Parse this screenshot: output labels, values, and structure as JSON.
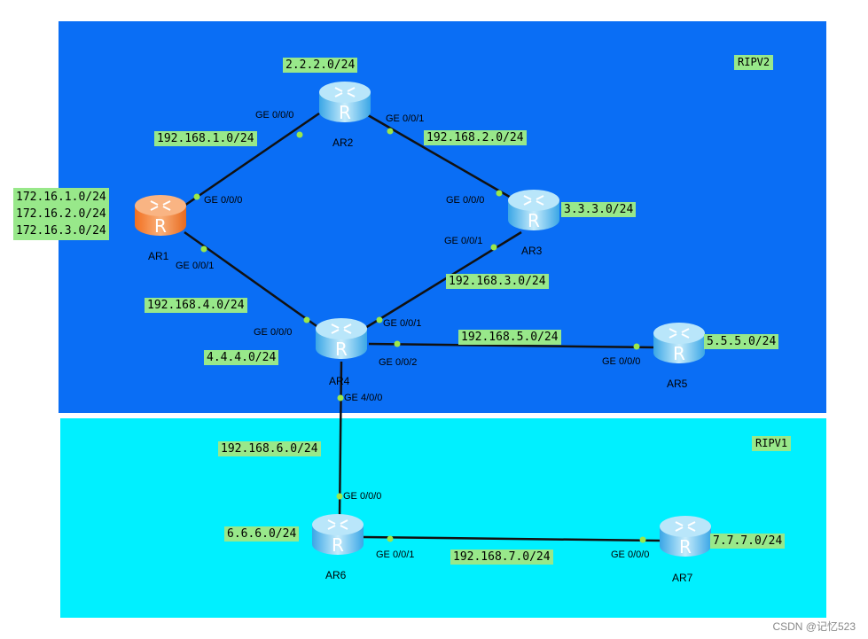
{
  "zones": {
    "ripv2": {
      "label": "RIPV2",
      "color": "#0a6ef5"
    },
    "ripv1": {
      "label": "RIPV1",
      "color": "#00f0ff"
    }
  },
  "routers": {
    "ar1": {
      "name": "AR1",
      "icon": "router-icon",
      "color": "#f08a3c"
    },
    "ar2": {
      "name": "AR2",
      "icon": "router-icon",
      "color": "#7ec3ee"
    },
    "ar3": {
      "name": "AR3",
      "icon": "router-icon",
      "color": "#7ec3ee"
    },
    "ar4": {
      "name": "AR4",
      "icon": "router-icon",
      "color": "#7ec3ee"
    },
    "ar5": {
      "name": "AR5",
      "icon": "router-icon",
      "color": "#7ec3ee"
    },
    "ar6": {
      "name": "AR6",
      "icon": "router-icon",
      "color": "#7ec3ee"
    },
    "ar7": {
      "name": "AR7",
      "icon": "router-icon",
      "color": "#7ec3ee"
    }
  },
  "networks": {
    "ar1_loopbacks": [
      "172.16.1.0/24",
      "172.16.2.0/24",
      "172.16.3.0/24"
    ],
    "ar2_loopback": "2.2.2.0/24",
    "ar3_loopback": "3.3.3.0/24",
    "ar4_loopback": "4.4.4.0/24",
    "ar5_loopback": "5.5.5.0/24",
    "ar6_loopback": "6.6.6.0/24",
    "ar7_loopback": "7.7.7.0/24",
    "link_ar1_ar2": "192.168.1.0/24",
    "link_ar2_ar3": "192.168.2.0/24",
    "link_ar3_ar4": "192.168.3.0/24",
    "link_ar1_ar4": "192.168.4.0/24",
    "link_ar4_ar5": "192.168.5.0/24",
    "link_ar4_ar6": "192.168.6.0/24",
    "link_ar6_ar7": "192.168.7.0/24"
  },
  "ports": {
    "ar1_g000": "GE 0/0/0",
    "ar1_g001": "GE 0/0/1",
    "ar2_g000": "GE 0/0/0",
    "ar2_g001": "GE 0/0/1",
    "ar3_g000": "GE 0/0/0",
    "ar3_g001": "GE 0/0/1",
    "ar4_g000": "GE 0/0/0",
    "ar4_g001": "GE 0/0/1",
    "ar4_g002": "GE 0/0/2",
    "ar4_g400": "GE 4/0/0",
    "ar5_g000": "GE 0/0/0",
    "ar6_g000": "GE 0/0/0",
    "ar6_g001": "GE 0/0/1",
    "ar7_g000": "GE 0/0/0"
  },
  "link_color": "#111111",
  "port_dot_color": "#9be84a",
  "watermark": "CSDN @记忆523"
}
